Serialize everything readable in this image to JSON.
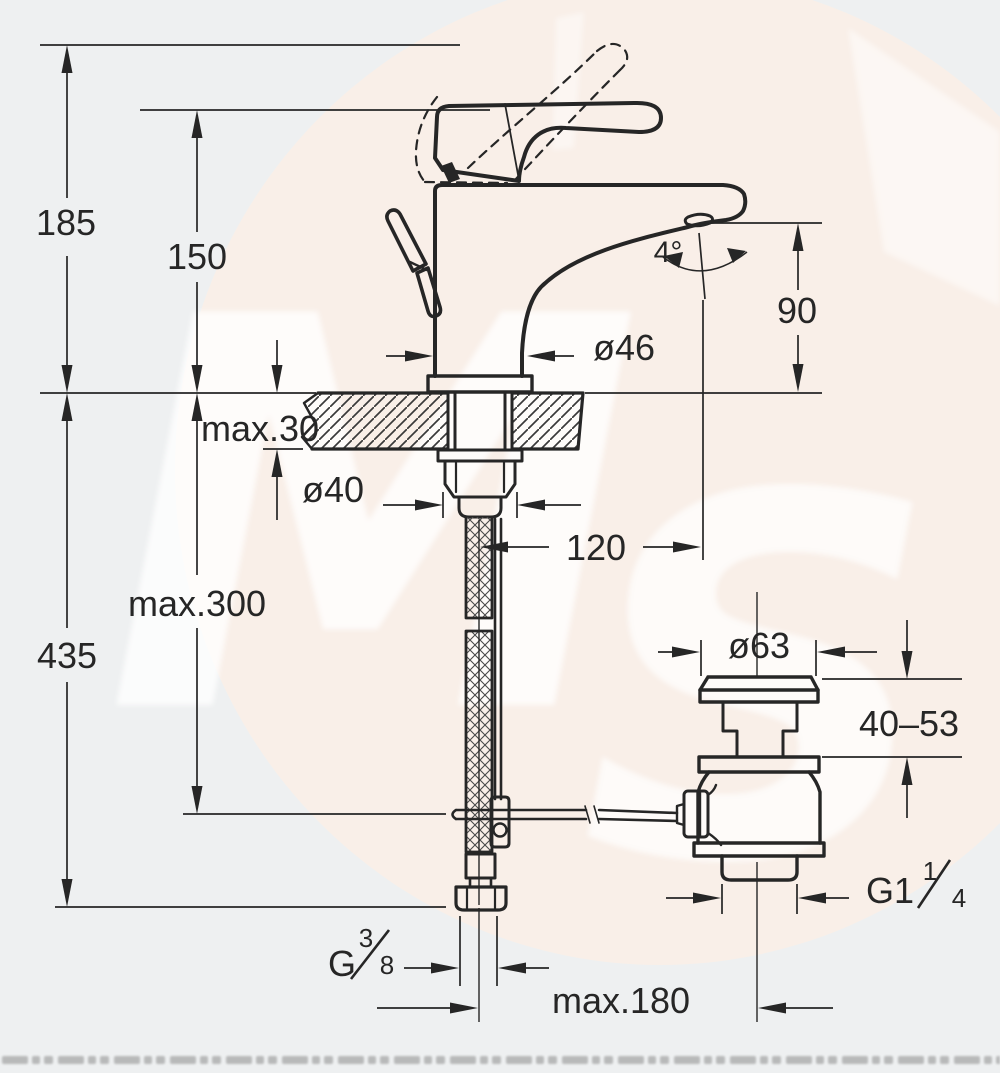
{
  "drawing": {
    "subject": "Single-lever basin mixer with pop-up waste - installation dimension drawing",
    "units": "mm",
    "line_color": "#262626",
    "background_color": "#eef0f1",
    "watermark_circle_color": "#f9efe8"
  },
  "watermark": {
    "letter_m": "M",
    "letter_s": "S"
  },
  "labels": {
    "height_lever_raised": "185",
    "height_handle": "150",
    "spout_outlet_height": "90",
    "spout_angle": "4°",
    "body_diameter": "ø46",
    "max_deck_thickness": "max.30",
    "mounting_hole_diameter": "ø40",
    "spout_reach": "120",
    "max_hose_drop": "max.300",
    "overall_drop": "435",
    "waste_cap_diameter": "ø63",
    "waste_adjust_range": "40–53",
    "waste_thread_prefix": "G1",
    "waste_thread_numerator": "1",
    "waste_thread_denominator": "4",
    "supply_thread_prefix": "G",
    "supply_thread_numerator": "3",
    "supply_thread_denominator": "8",
    "max_rod_offset": "max.180"
  }
}
